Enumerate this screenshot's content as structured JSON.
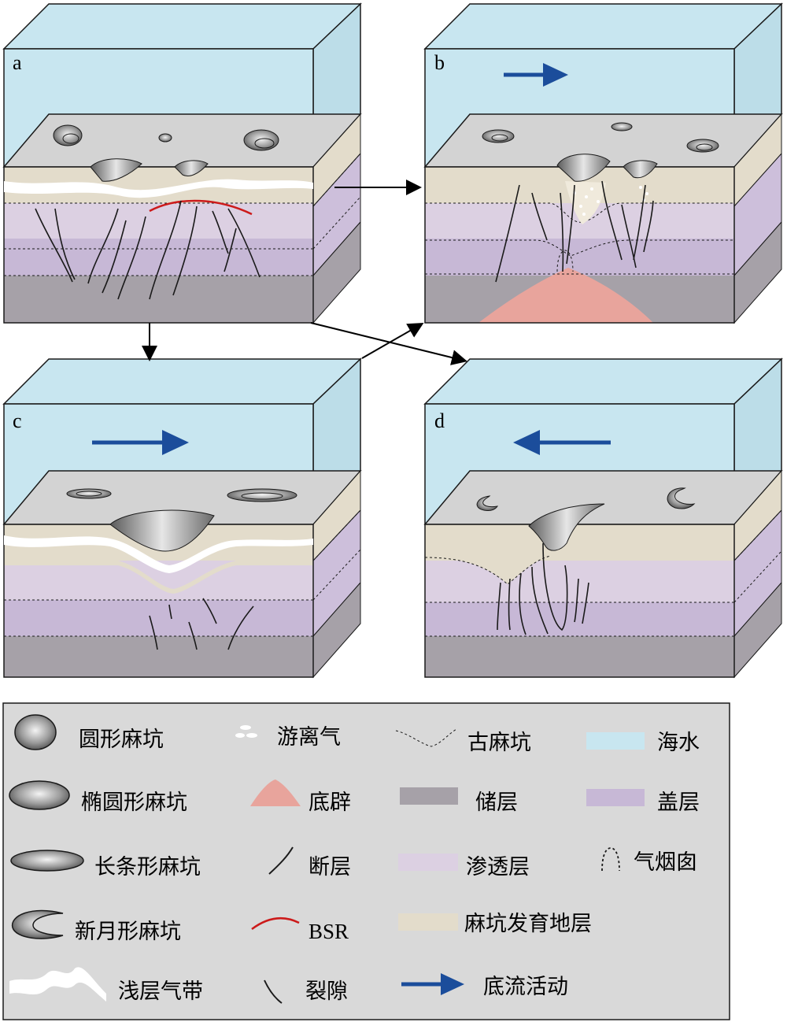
{
  "panels": {
    "a": {
      "label": "a"
    },
    "b": {
      "label": "b"
    },
    "c": {
      "label": "c"
    },
    "d": {
      "label": "d"
    }
  },
  "legend": {
    "circular_pockmark": "圆形麻坑",
    "elliptical_pockmark": "椭圆形麻坑",
    "elongated_pockmark": "长条形麻坑",
    "crescent_pockmark": "新月形麻坑",
    "shallow_gas_zone": "浅层气带",
    "free_gas": "游离气",
    "diapir": "底辟",
    "fault": "断层",
    "bsr": "BSR",
    "fissure": "裂隙",
    "paleo_pockmark": "古麻坑",
    "reservoir": "储层",
    "permeable_layer": "渗透层",
    "pockmark_strata": "麻坑发育地层",
    "bottom_current": "底流活动",
    "seawater": "海水",
    "cap_layer": "盖层",
    "gas_chimney": "气烟囱"
  },
  "colors": {
    "seawater": "#c8e6f0",
    "seafloor": "#d3d3d3",
    "pockmark_strata": "#e3dccb",
    "permeable_layer": "#dcd0e2",
    "cap_layer": "#c7b8d6",
    "reservoir": "#a6a1a8",
    "diapir": "#e8a49c",
    "bsr": "#cc1a1a",
    "bottom_current": "#1b4d9b",
    "legend_bg": "#d9d9d9"
  },
  "icons": {
    "flow_arrow": "right-arrow-icon",
    "flow_arrow_reverse": "left-arrow-icon"
  }
}
